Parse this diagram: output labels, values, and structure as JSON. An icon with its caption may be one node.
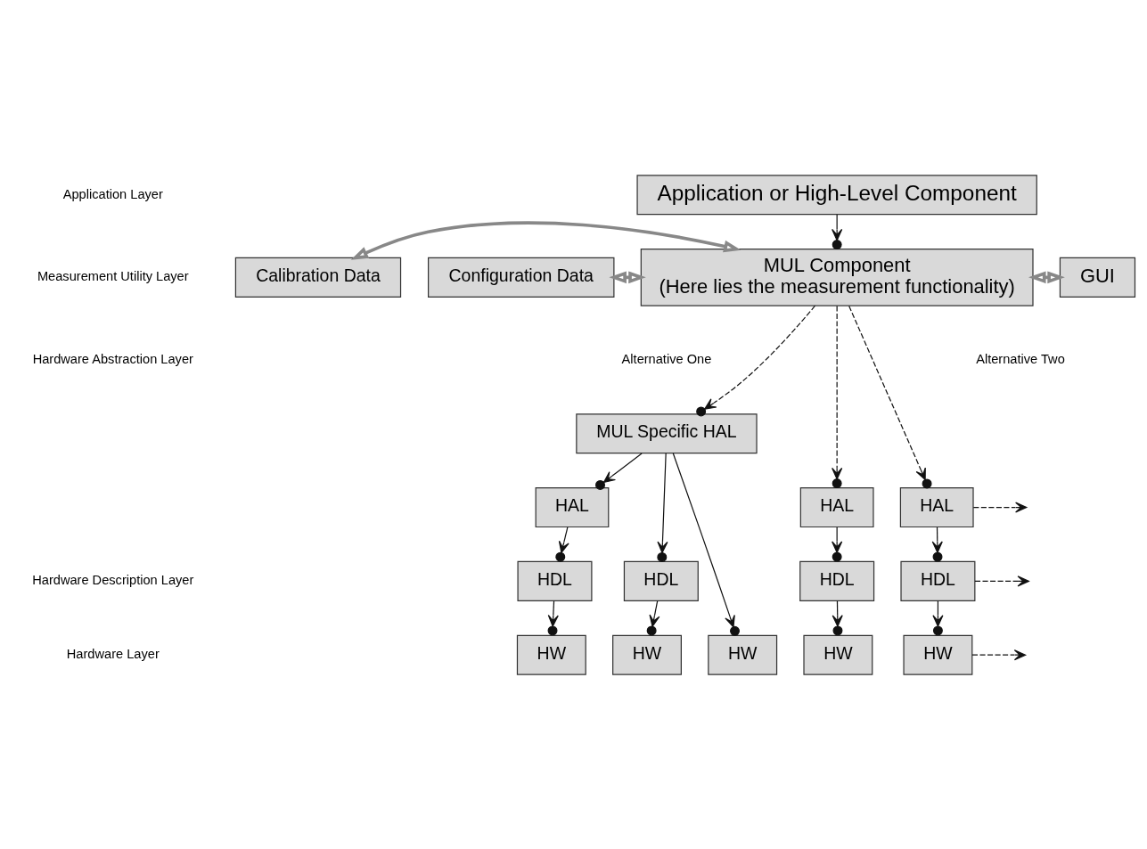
{
  "diagram": {
    "nodes": [
      {
        "text": [
          "Application or High-Level Component"
        ]
      },
      {
        "text": [
          "MUL Component",
          "(Here lies the measurement functionality)"
        ]
      },
      {
        "text": [
          "Calibration Data"
        ]
      },
      {
        "text": [
          "Configuration Data"
        ]
      },
      {
        "text": [
          "GUI"
        ]
      },
      {
        "text": [
          "MUL Specific HAL"
        ]
      },
      {
        "text": [
          "HAL"
        ]
      },
      {
        "text": [
          "HDL"
        ]
      },
      {
        "text": [
          "HW"
        ]
      },
      {
        "text": [
          "HDL"
        ]
      },
      {
        "text": [
          "HW"
        ]
      },
      {
        "text": [
          "HW"
        ]
      },
      {
        "text": [
          "HAL"
        ]
      },
      {
        "text": [
          "HDL"
        ]
      },
      {
        "text": [
          "HW"
        ]
      },
      {
        "text": [
          "HAL"
        ]
      },
      {
        "text": [
          "HDL"
        ]
      },
      {
        "text": [
          "HW"
        ]
      }
    ],
    "edges": [
      {
        "from": 0,
        "to": 1,
        "arrow": "to"
      },
      {
        "from": 2,
        "to": 1,
        "arrow": "both",
        "style": "thick",
        "color": "#888888"
      },
      {
        "from": 3,
        "to": 1,
        "arrow": "both",
        "style": "thick",
        "color": "#888888"
      },
      {
        "from": 1,
        "to": 4,
        "arrow": "both",
        "style": "thick",
        "color": "#888888"
      },
      {
        "from": 1,
        "to": 5,
        "arrow": "to",
        "style": "dashed"
      },
      {
        "from": 1,
        "to": 12,
        "arrow": "to",
        "style": "dashed"
      },
      {
        "from": 1,
        "to": 15,
        "arrow": "to",
        "style": "dashed"
      },
      {
        "from": 5,
        "to": 6,
        "arrow": "to"
      },
      {
        "from": 5,
        "to": 9,
        "arrow": "to"
      },
      {
        "from": 5,
        "to": 11,
        "arrow": "to"
      },
      {
        "from": 6,
        "to": 7,
        "arrow": "to"
      },
      {
        "from": 7,
        "to": 8,
        "arrow": "to"
      },
      {
        "from": 9,
        "to": 10,
        "arrow": "to"
      },
      {
        "from": 12,
        "to": 13,
        "arrow": "to"
      },
      {
        "from": 13,
        "to": 14,
        "arrow": "to"
      },
      {
        "from": 15,
        "to": 16,
        "arrow": "to"
      },
      {
        "from": 16,
        "to": 17,
        "arrow": "to"
      },
      {
        "from": 15,
        "to": null,
        "arrow": "to",
        "style": "dashed"
      },
      {
        "from": 16,
        "to": null,
        "arrow": "to",
        "style": "dashed"
      },
      {
        "from": 17,
        "to": null,
        "arrow": "to",
        "style": "dashed"
      }
    ],
    "labels": [
      "Application Layer",
      "Measurement Utility Layer",
      "Hardware Abstraction Layer",
      "Alternative One",
      "Alternative Two",
      "Hardware Description Layer",
      "Hardware Layer"
    ]
  }
}
